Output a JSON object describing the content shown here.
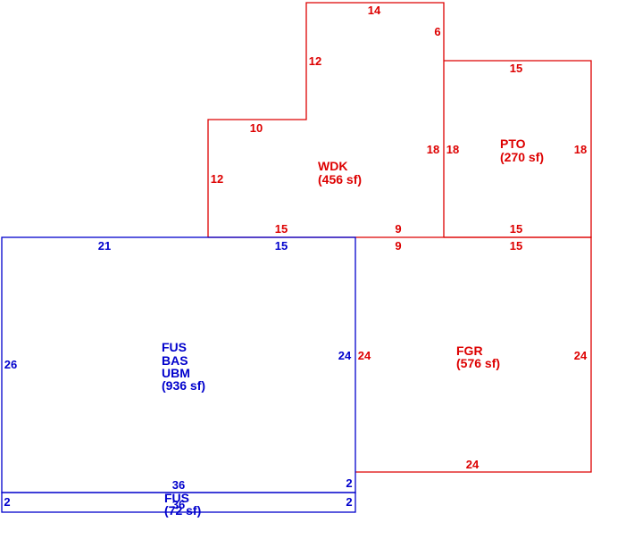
{
  "colors": {
    "main": "#0000cc",
    "accessory": "#dd0000"
  },
  "areas": {
    "wdk": {
      "code": "WDK",
      "area": "(456 sf)"
    },
    "pto": {
      "code": "PTO",
      "area": "(270 sf)"
    },
    "fus_main": {
      "lines": [
        "FUS",
        "BAS",
        "UBM"
      ],
      "area": "(936 sf)"
    },
    "fgr": {
      "code": "FGR",
      "area": "(576 sf)"
    },
    "fus_strip": {
      "code": "FUS",
      "area": "(72 sf)"
    }
  },
  "dimensions": {
    "wdk": {
      "top": "14",
      "upper_right": "6",
      "upper_left": "12",
      "step": "10",
      "left": "12",
      "right": "18",
      "bottom_left": "15",
      "bottom_right": "9"
    },
    "pto": {
      "top": "15",
      "left": "18",
      "right": "18",
      "bottom": "15"
    },
    "fus_main": {
      "top_left": "21",
      "top_right": "15",
      "left": "26",
      "right": "24",
      "bottom": "36",
      "bottom_right": "2"
    },
    "fgr": {
      "top_left": "9",
      "top_right": "15",
      "left": "24",
      "right": "24",
      "bottom": "24"
    },
    "fus_strip": {
      "left": "2",
      "right": "2",
      "bottom": "36"
    }
  }
}
